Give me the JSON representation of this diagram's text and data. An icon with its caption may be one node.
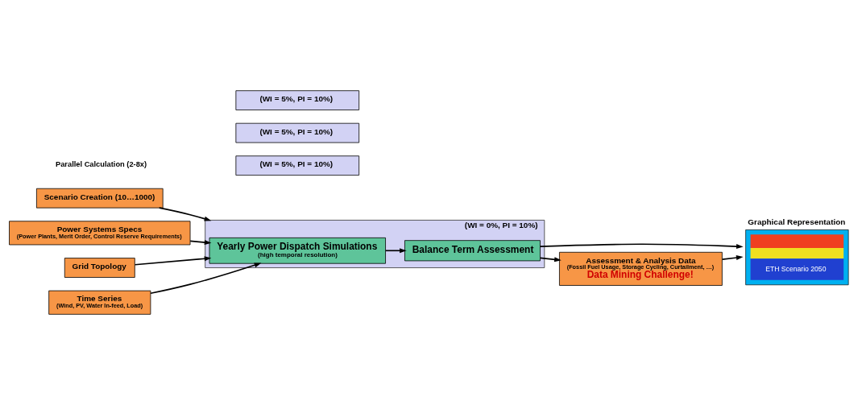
{
  "diagram": {
    "nodes": [
      {
        "text": [
          "Scenario Creation (10…1000)"
        ]
      },
      {
        "text": [
          "(WI = 5%, PI = 10%)"
        ]
      },
      {
        "text": [
          "(WI = 5%, PI = 10%)"
        ]
      },
      {
        "text": [
          "(WI = 5%, PI = 10%)"
        ]
      },
      {
        "text": [
          "(WI = 0%, PI = 10%)"
        ]
      },
      {
        "text": [
          "Yearly Power Dispatch Simulations",
          "(high temporal resolution)"
        ],
        "in": 4
      },
      {
        "text": [
          "Balance Term Assessment"
        ],
        "in": 4
      },
      {
        "text": [
          "Graphical Representation",
          "ETH Scenario 2050"
        ]
      },
      {
        "text": [
          "Power Systems Specs",
          "(Power Plants, Merit Order, Control Reserve Requirements)"
        ]
      },
      {
        "text": [
          "Grid Topology"
        ]
      },
      {
        "text": [
          "Time Series",
          "(Wind, PV, Water In-feed, Load)"
        ]
      },
      {
        "text": [
          "Assessment & Analysis Data",
          "(Fossil Fuel Usage, Storage Cycling, Curtailment, …)",
          "Data Mining Challenge!"
        ]
      }
    ],
    "edges": [
      {
        "from": 0,
        "to": 4,
        "arrow": "to"
      },
      {
        "from": 5,
        "to": 6,
        "arrow": "to"
      },
      {
        "from": 6,
        "to": 7,
        "arrow": "to"
      },
      {
        "from": 8,
        "to": 5,
        "arrow": "to"
      },
      {
        "from": 9,
        "to": 5,
        "arrow": "to"
      },
      {
        "from": 10,
        "to": 5,
        "arrow": "to"
      },
      {
        "from": 6,
        "to": 11,
        "arrow": "to"
      },
      {
        "from": 11,
        "to": 7,
        "arrow": "to"
      }
    ],
    "labels": [
      "Parallel Calculation (2-8x)"
    ]
  }
}
